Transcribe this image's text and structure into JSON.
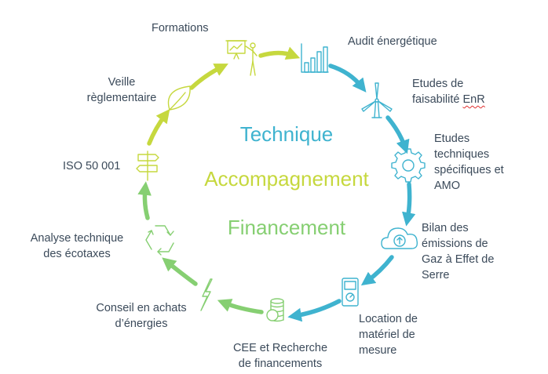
{
  "center": {
    "technique": "Technique",
    "accompagnement": "Accompagnement",
    "financement": "Financement"
  },
  "colors": {
    "blue": "#3fb3cf",
    "lime": "#c6d83e",
    "green": "#86cf72",
    "text": "#3b4a5a"
  },
  "steps": [
    {
      "id": "formations",
      "lines": [
        "Formations"
      ],
      "icon": "presentation-board-icon"
    },
    {
      "id": "audit",
      "lines": [
        "Audit énergétique"
      ],
      "icon": "bar-chart-icon"
    },
    {
      "id": "etudes-faisabilite",
      "lines": [
        "Etudes de",
        "faisabilité "
      ],
      "extra": "EnR",
      "icon": "wind-turbine-icon"
    },
    {
      "id": "etudes-techniques",
      "lines": [
        "Etudes",
        "techniques",
        "spécifiques et",
        "AMO"
      ],
      "icon": "gear-icon"
    },
    {
      "id": "bilan",
      "lines": [
        "Bilan des",
        "émissions de",
        "Gaz à Effet de",
        "Serre"
      ],
      "icon": "cloud-upload-icon"
    },
    {
      "id": "location",
      "lines": [
        "Location de",
        "matériel de",
        "mesure"
      ],
      "icon": "measuring-device-icon"
    },
    {
      "id": "cee",
      "lines": [
        "CEE et Recherche",
        "de financements"
      ],
      "icon": "coin-stack-icon"
    },
    {
      "id": "conseil",
      "lines": [
        "Conseil en achats",
        "d’énergies"
      ],
      "icon": "lightning-icon"
    },
    {
      "id": "ecotaxes",
      "lines": [
        "Analyse technique",
        "des écotaxes"
      ],
      "icon": "recycle-icon"
    },
    {
      "id": "iso",
      "lines": [
        "ISO 50 001"
      ],
      "icon": "signpost-icon"
    },
    {
      "id": "veille",
      "lines": [
        "Veille",
        "règlementaire"
      ],
      "icon": "leaf-icon"
    }
  ]
}
